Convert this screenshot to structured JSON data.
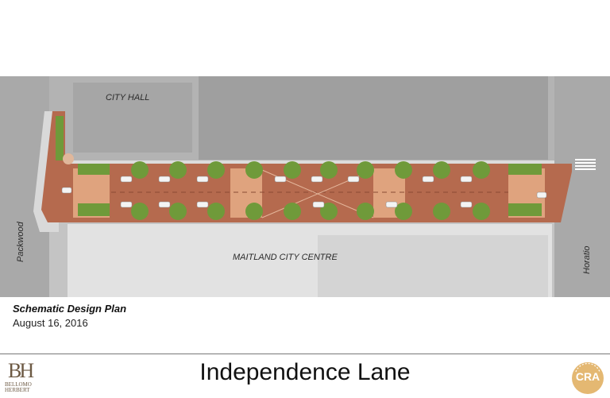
{
  "labels": {
    "north": "CITY HALL",
    "south": "MAITLAND CITY CENTRE",
    "west_street": "Packwood",
    "east_street": "Horatio"
  },
  "plan_info": {
    "title": "Schematic Design Plan",
    "date": "August 16, 2016"
  },
  "project_title": "Independence Lane",
  "firm_logo": {
    "mark": "BH",
    "line1": "BELLOMO",
    "line2": "HERBERT"
  },
  "cra_logo": {
    "text": "CRA"
  },
  "colors": {
    "paving_main": "#b56a4e",
    "paving_intersection": "#dfa37e",
    "sidewalk": "#d9d9d9",
    "tree": "#6f9a3a",
    "aerial_bg": "#b8b8b8",
    "cra_badge": "#e4b872"
  }
}
